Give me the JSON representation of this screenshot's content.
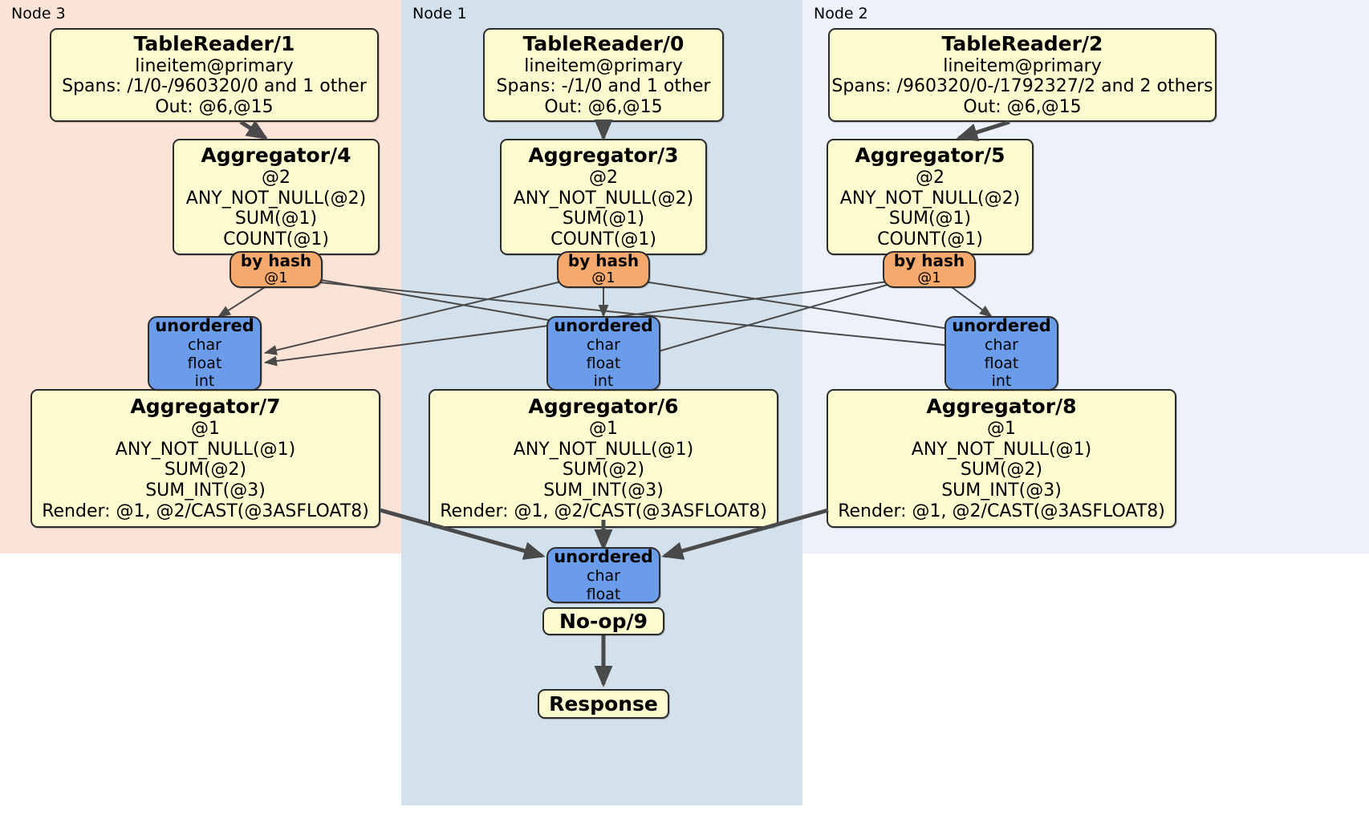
{
  "diagram": {
    "type": "distributed-query-execution-plan",
    "nodes": [
      {
        "id": "node3",
        "label": "Node 3",
        "color": "#fbe3d7"
      },
      {
        "id": "node1",
        "label": "Node 1",
        "color": "#d2e1ec"
      },
      {
        "id": "node2",
        "label": "Node 2",
        "color": "#ecf1fb"
      }
    ],
    "processors": {
      "tablereader1": {
        "title": "TableReader/1",
        "lines": [
          "lineitem@primary",
          "Spans: /1/0-/960320/0 and 1 other",
          "Out: @6,@15"
        ]
      },
      "tablereader0": {
        "title": "TableReader/0",
        "lines": [
          "lineitem@primary",
          "Spans: -/1/0 and 1 other",
          "Out: @6,@15"
        ]
      },
      "tablereader2": {
        "title": "TableReader/2",
        "lines": [
          "lineitem@primary",
          "Spans: /960320/0-/1792327/2 and 2 others",
          "Out: @6,@15"
        ]
      },
      "aggregator4": {
        "title": "Aggregator/4",
        "lines": [
          "@2",
          "ANY_NOT_NULL(@2)",
          "SUM(@1)",
          "COUNT(@1)"
        ]
      },
      "aggregator3": {
        "title": "Aggregator/3",
        "lines": [
          "@2",
          "ANY_NOT_NULL(@2)",
          "SUM(@1)",
          "COUNT(@1)"
        ]
      },
      "aggregator5": {
        "title": "Aggregator/5",
        "lines": [
          "@2",
          "ANY_NOT_NULL(@2)",
          "SUM(@1)",
          "COUNT(@1)"
        ]
      },
      "aggregator7": {
        "title": "Aggregator/7",
        "lines": [
          "@1",
          "ANY_NOT_NULL(@1)",
          "SUM(@2)",
          "SUM_INT(@3)",
          "Render: @1, @2/CAST(@3ASFLOAT8)"
        ]
      },
      "aggregator6": {
        "title": "Aggregator/6",
        "lines": [
          "@1",
          "ANY_NOT_NULL(@1)",
          "SUM(@2)",
          "SUM_INT(@3)",
          "Render: @1, @2/CAST(@3ASFLOAT8)"
        ]
      },
      "aggregator8": {
        "title": "Aggregator/8",
        "lines": [
          "@1",
          "ANY_NOT_NULL(@1)",
          "SUM(@2)",
          "SUM_INT(@3)",
          "Render: @1, @2/CAST(@3ASFLOAT8)"
        ]
      },
      "noop9": {
        "title": "No-op/9",
        "lines": []
      },
      "response": {
        "title": "Response",
        "lines": []
      }
    },
    "routers": {
      "byhash_left": {
        "title": "by hash",
        "lines": [
          "@1"
        ]
      },
      "byhash_mid": {
        "title": "by hash",
        "lines": [
          "@1"
        ]
      },
      "byhash_right": {
        "title": "by hash",
        "lines": [
          "@1"
        ]
      }
    },
    "synchronizers": {
      "unordered_left": {
        "title": "unordered",
        "lines": [
          "char",
          "float",
          "int"
        ]
      },
      "unordered_mid": {
        "title": "unordered",
        "lines": [
          "char",
          "float",
          "int"
        ]
      },
      "unordered_right": {
        "title": "unordered",
        "lines": [
          "char",
          "float",
          "int"
        ]
      },
      "unordered_final": {
        "title": "unordered",
        "lines": [
          "char",
          "float"
        ]
      }
    },
    "colors": {
      "processor_fill": "#fbfbcf",
      "router_fill": "#f6a96d",
      "sync_fill": "#6b9cea",
      "node3_fill": "#fbe3d7",
      "node1_fill": "#d2e1ec",
      "node2_fill": "#ecf1fb",
      "edge_stroke": "#4a4a4a"
    }
  }
}
